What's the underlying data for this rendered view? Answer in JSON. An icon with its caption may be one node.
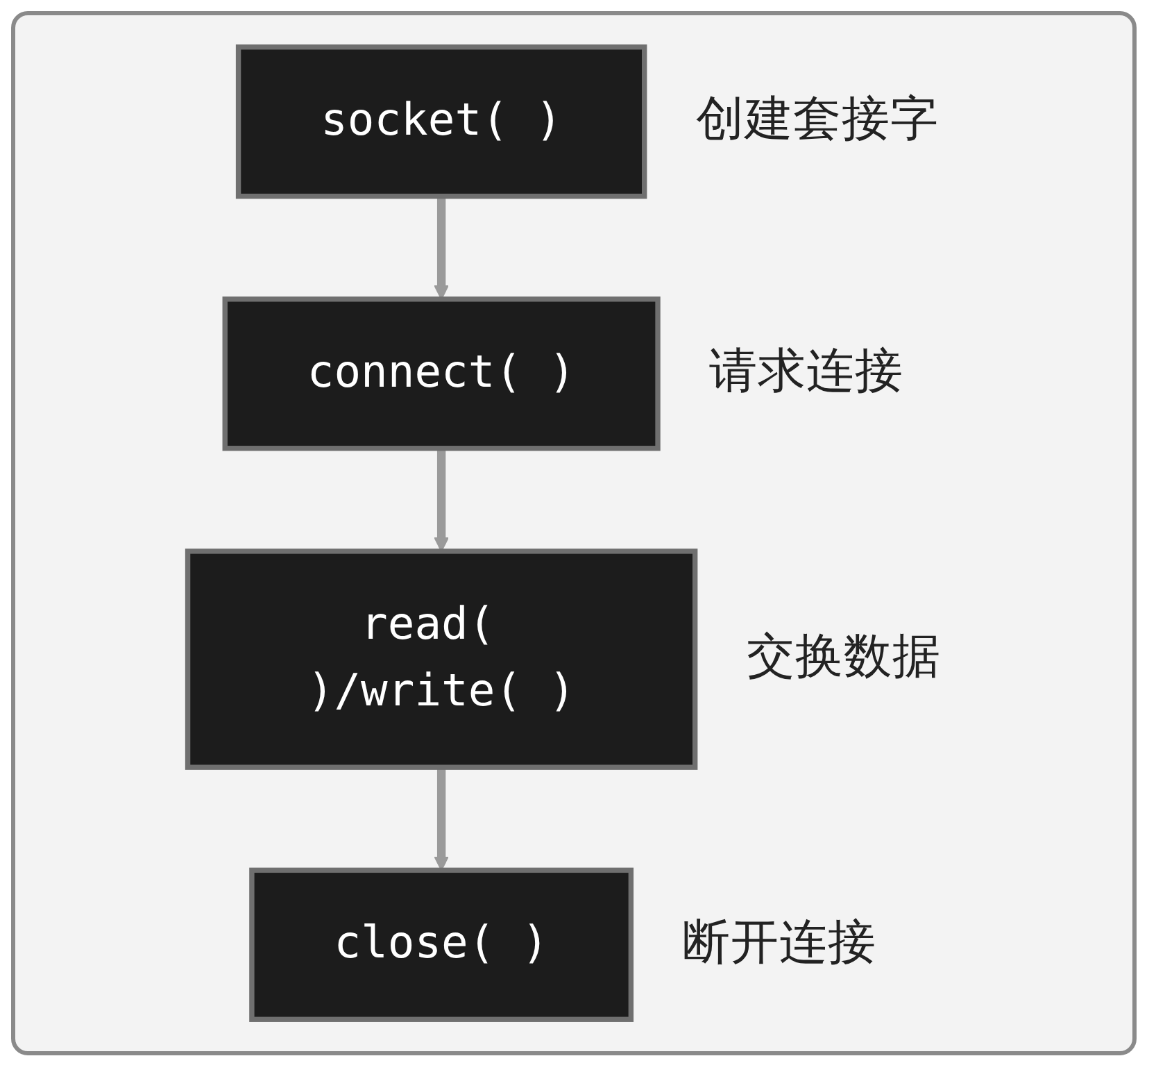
{
  "diagram": {
    "nodes": [
      {
        "text": [
          "socket( )"
        ],
        "beside": [
          "创建套接字"
        ]
      },
      {
        "text": [
          "connect( )"
        ],
        "beside": [
          "请求连接"
        ]
      },
      {
        "text": [
          "read( )/write( )"
        ],
        "beside": [
          "交换数据"
        ]
      },
      {
        "text": [
          "close( )"
        ],
        "beside": [
          "断开连接"
        ]
      }
    ],
    "edges": [
      {
        "from": 0,
        "to": 1,
        "arrow": "to"
      },
      {
        "from": 1,
        "to": 2,
        "arrow": "to"
      },
      {
        "from": 2,
        "to": 3,
        "arrow": "to"
      }
    ]
  }
}
